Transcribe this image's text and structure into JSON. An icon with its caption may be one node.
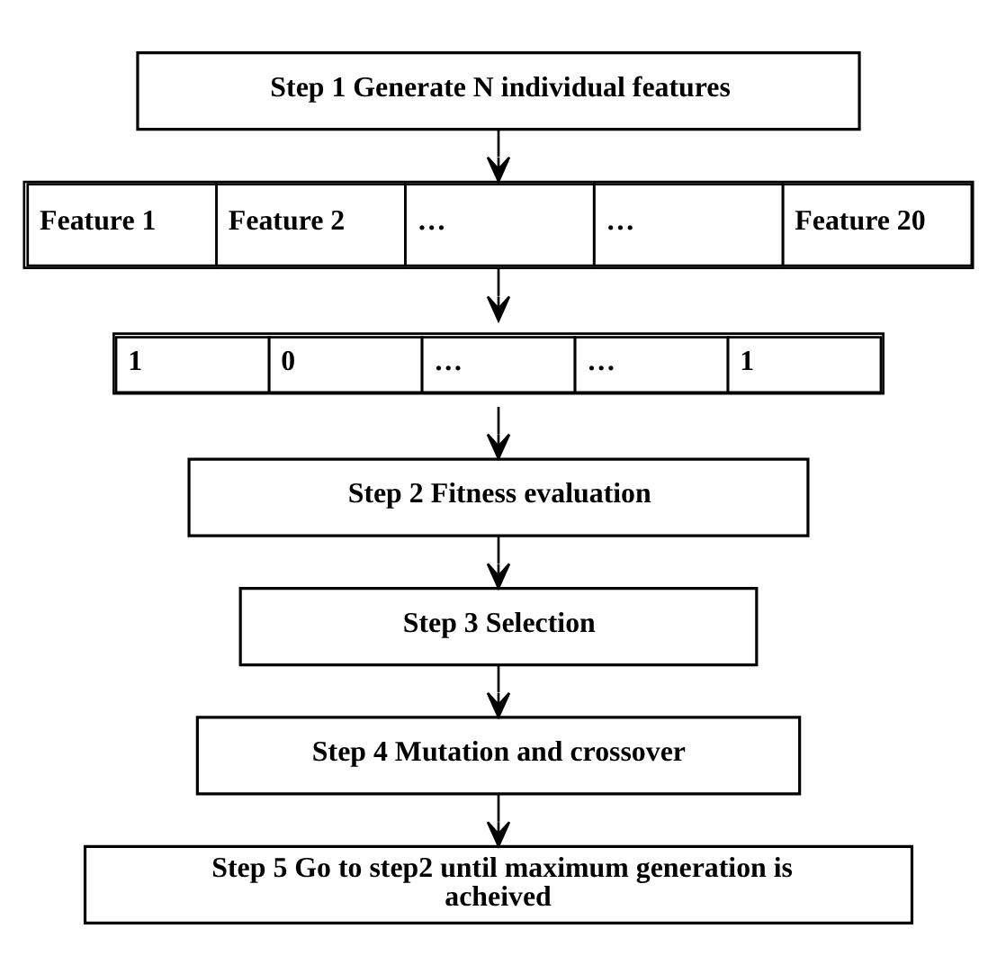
{
  "diagram": {
    "nodes": [
      {
        "text": [
          "Step 1 Generate N individual features"
        ]
      },
      {
        "text": [
          "Feature 1",
          "Feature 2",
          "…",
          "…",
          "Feature 20"
        ]
      },
      {
        "text": [
          "1",
          "0",
          "…",
          "…",
          "1"
        ]
      },
      {
        "text": [
          "Step 2 Fitness evaluation"
        ]
      },
      {
        "text": [
          "Step 3 Selection"
        ]
      },
      {
        "text": [
          "Step 4 Mutation and crossover"
        ]
      },
      {
        "text": [
          "Step 5 Go to step2 until maximum generation is acheived"
        ]
      }
    ],
    "edges": [
      {
        "from": 0,
        "to": 1,
        "arrow": "to"
      },
      {
        "from": 1,
        "to": 2,
        "arrow": "to"
      },
      {
        "from": 2,
        "to": 3,
        "arrow": "to"
      },
      {
        "from": 3,
        "to": 4,
        "arrow": "to"
      },
      {
        "from": 4,
        "to": 5,
        "arrow": "to"
      },
      {
        "from": 5,
        "to": 6,
        "arrow": "to"
      }
    ]
  }
}
